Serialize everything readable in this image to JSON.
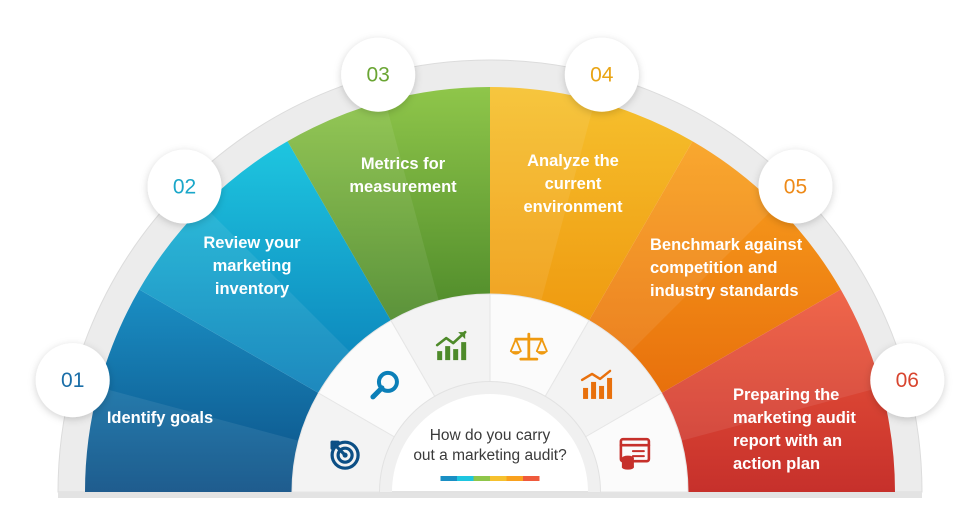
{
  "question": [
    "How do you carry",
    "out a marketing audit?"
  ],
  "steps": [
    {
      "number": "01",
      "label": [
        "Identify goals"
      ],
      "icon": "target-icon",
      "color_light": "#1a8fc4",
      "color_dark": "#0c4f85",
      "number_color": "#1a6ea8"
    },
    {
      "number": "02",
      "label": [
        "Review your",
        "marketing",
        "inventory"
      ],
      "icon": "magnifier-icon",
      "color_light": "#1ec6e0",
      "color_dark": "#0b7fb8",
      "number_color": "#1aa7c9"
    },
    {
      "number": "03",
      "label": [
        "Metrics for",
        "measurement"
      ],
      "icon": "growth-chart-icon",
      "color_light": "#8fc64a",
      "color_dark": "#4e8a2a",
      "number_color": "#6aa533"
    },
    {
      "number": "04",
      "label": [
        "Analyze the",
        "current",
        "environment"
      ],
      "icon": "scales-icon",
      "color_light": "#f6c12e",
      "color_dark": "#ef9a10",
      "number_color": "#e9a414"
    },
    {
      "number": "05",
      "label": [
        "Benchmark against",
        "competition and",
        "industry standards"
      ],
      "icon": "bar-chart-icon",
      "color_light": "#f9a11e",
      "color_dark": "#e8700c",
      "number_color": "#ee8a18"
    },
    {
      "number": "06",
      "label": [
        "Preparing the",
        "marketing audit",
        "report with an",
        "action plan"
      ],
      "icon": "report-icon",
      "color_light": "#ef5a3c",
      "color_dark": "#c6302b",
      "number_color": "#d8452f"
    }
  ],
  "legend_colors": [
    "#1a8fc4",
    "#1ec6e0",
    "#8fc64a",
    "#f6c12e",
    "#f9a11e",
    "#ef5a3c"
  ]
}
